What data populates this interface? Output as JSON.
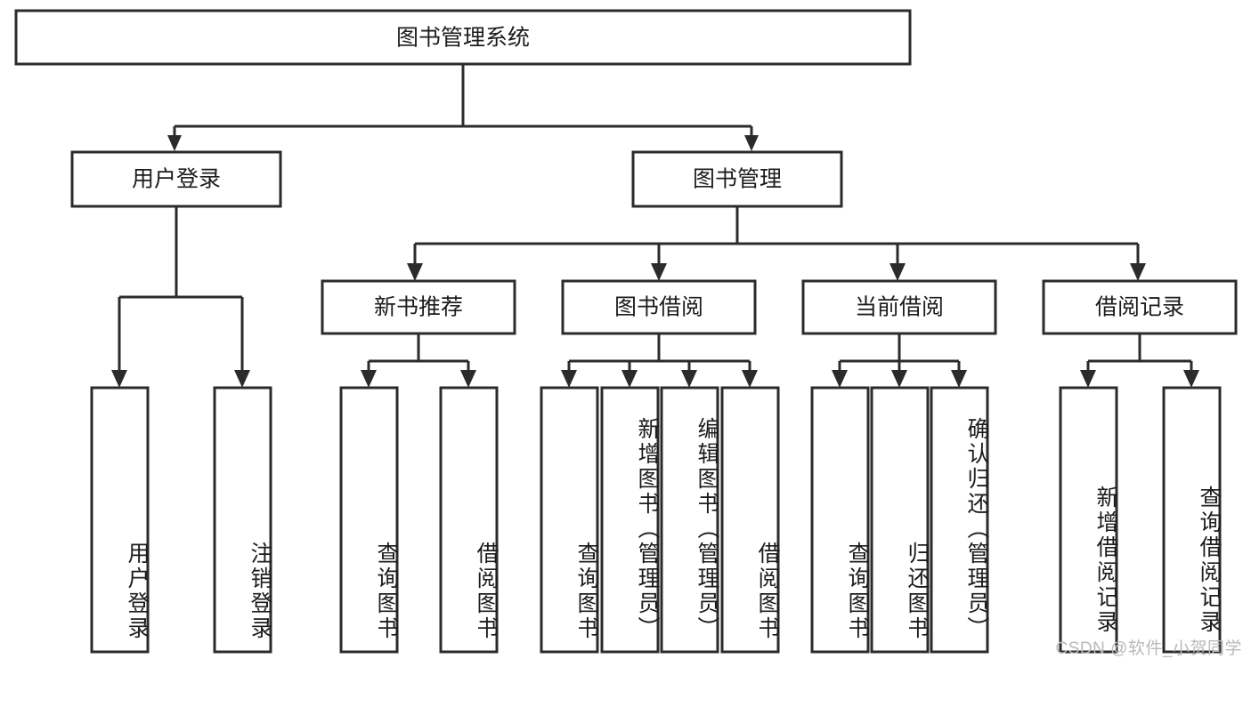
{
  "diagram": {
    "type": "tree",
    "title": "图书管理系统",
    "root": {
      "id": "root",
      "label": "图书管理系统"
    },
    "level2": [
      {
        "id": "user-login",
        "label": "用户登录"
      },
      {
        "id": "book-manage",
        "label": "图书管理"
      }
    ],
    "level3": [
      {
        "id": "new-book-rec",
        "label": "新书推荐",
        "parent": "book-manage"
      },
      {
        "id": "book-borrow",
        "label": "图书借阅",
        "parent": "book-manage"
      },
      {
        "id": "current-borrow",
        "label": "当前借阅",
        "parent": "book-manage"
      },
      {
        "id": "borrow-record",
        "label": "借阅记录",
        "parent": "book-manage"
      }
    ],
    "leaves": [
      {
        "id": "leaf-user-login",
        "label": "用户登录",
        "parent": "user-login"
      },
      {
        "id": "leaf-user-logout",
        "label": "注销登录",
        "parent": "user-login"
      },
      {
        "id": "leaf-query-book-1",
        "label": "查询图书",
        "parent": "new-book-rec"
      },
      {
        "id": "leaf-borrow-book-1",
        "label": "借阅图书",
        "parent": "new-book-rec"
      },
      {
        "id": "leaf-query-book-2",
        "label": "查询图书",
        "parent": "book-borrow"
      },
      {
        "id": "leaf-add-book",
        "label": "新增图书（管理员）",
        "parent": "book-borrow"
      },
      {
        "id": "leaf-edit-book",
        "label": "编辑图书（管理员）",
        "parent": "book-borrow"
      },
      {
        "id": "leaf-borrow-book-2",
        "label": "借阅图书",
        "parent": "book-borrow"
      },
      {
        "id": "leaf-query-book-3",
        "label": "查询图书",
        "parent": "current-borrow"
      },
      {
        "id": "leaf-return-book",
        "label": "归还图书",
        "parent": "current-borrow"
      },
      {
        "id": "leaf-confirm-return",
        "label": "确认归还（管理员）",
        "parent": "current-borrow"
      },
      {
        "id": "leaf-add-record",
        "label": "新增借阅记录",
        "parent": "borrow-record"
      },
      {
        "id": "leaf-query-record",
        "label": "查询借阅记录",
        "parent": "borrow-record"
      }
    ],
    "colors": {
      "stroke": "#2b2b2b",
      "fill": "#ffffff",
      "text": "#1c1c1c",
      "watermark": "#b9b9b9"
    }
  },
  "watermark": {
    "text": "CSDN @软件_小贺同学"
  }
}
